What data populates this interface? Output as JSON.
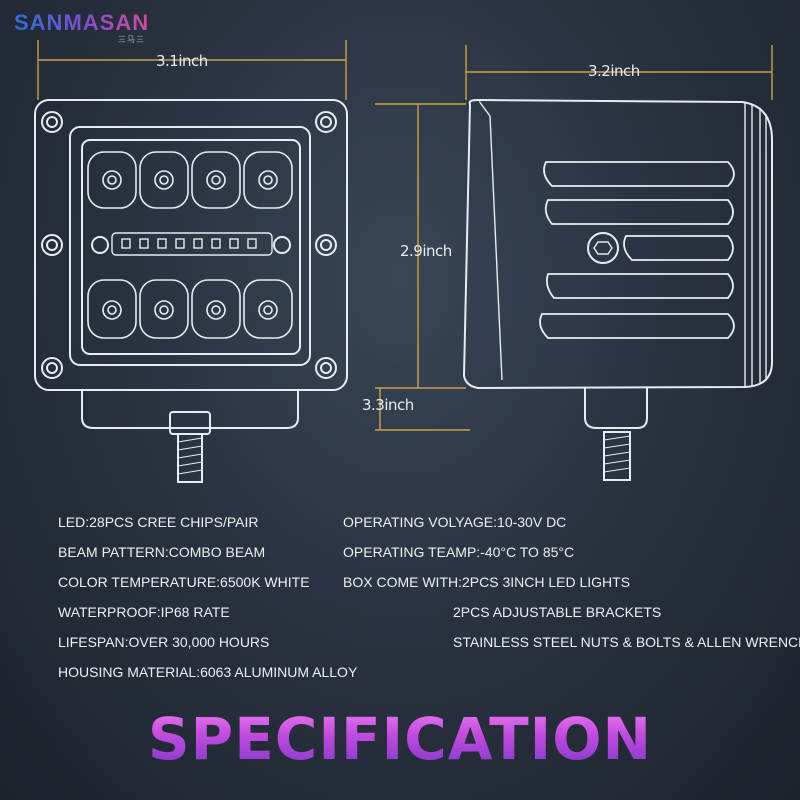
{
  "brand": {
    "name": "SANMASAN",
    "tagline": "三马三"
  },
  "dimensions": {
    "front_width": "3.1inch",
    "side_depth": "3.2inch",
    "side_height": "2.9inch",
    "overall_height": "3.3inch"
  },
  "specs_left": [
    "LED:28PCS CREE CHIPS/PAIR",
    "BEAM PATTERN:COMBO BEAM",
    "COLOR TEMPERATURE:6500K WHITE",
    "WATERPROOF:IP68 RATE",
    "LIFESPAN:OVER 30,000 HOURS",
    "HOUSING MATERIAL:6063 ALUMINUM ALLOY"
  ],
  "specs_right": [
    "OPERATING VOLYAGE:10-30V DC",
    "OPERATING TEAMP:-40°C TO 85°C",
    "BOX COME WITH:2PCS 3INCH LED LIGHTS",
    "2PCS ADJUSTABLE BRACKETS",
    "STAINLESS STEEL NUTS & BOLTS & ALLEN WRENCH"
  ],
  "title": "SPECIFICATION",
  "colors": {
    "line": "#e6ecf3",
    "dimension_line": "#c9a24a",
    "title_top": "#f07ff0",
    "title_bottom": "#7b36c8"
  }
}
